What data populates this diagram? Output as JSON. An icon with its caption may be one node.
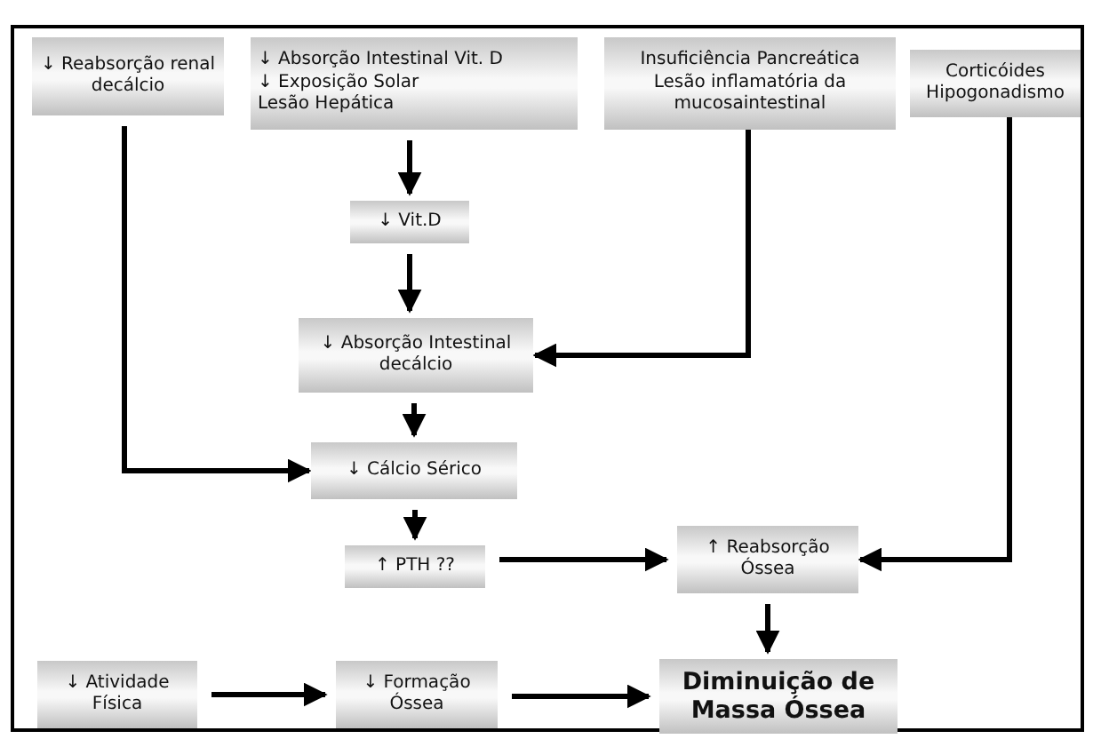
{
  "diagram": {
    "nodes": [
      {
        "text": [
          "↓ Reabsorção renal decálcio"
        ]
      },
      {
        "text": [
          "↓ Absorção Intestinal Vit. D",
          "↓ Exposição Solar",
          "Lesão Hepática"
        ]
      },
      {
        "text": [
          "Insuficiência Pancreática",
          "Lesão inflamatória da mucosaintestinal"
        ]
      },
      {
        "text": [
          "Corticóides",
          "Hipogonadismo"
        ]
      },
      {
        "text": [
          "↓ Vit.D"
        ]
      },
      {
        "text": [
          "↓ Absorção Intestinal decálcio"
        ]
      },
      {
        "text": [
          "↓ Cálcio Sérico"
        ]
      },
      {
        "text": [
          "↑ PTH ??"
        ]
      },
      {
        "text": [
          "↑ Reabsorção Óssea"
        ]
      },
      {
        "text": [
          "↓ Atividade Física"
        ]
      },
      {
        "text": [
          "↓ Formação Óssea"
        ]
      },
      {
        "text": [
          "Diminuição de Massa Óssea"
        ]
      }
    ],
    "edges": [
      {
        "from": 0,
        "to": 6,
        "arrow": "to"
      },
      {
        "from": 1,
        "to": 4,
        "arrow": "to"
      },
      {
        "from": 4,
        "to": 5,
        "arrow": "to"
      },
      {
        "from": 2,
        "to": 5,
        "arrow": "to"
      },
      {
        "from": 5,
        "to": 6,
        "arrow": "to"
      },
      {
        "from": 6,
        "to": 7,
        "arrow": "to"
      },
      {
        "from": 7,
        "to": 8,
        "arrow": "to"
      },
      {
        "from": 3,
        "to": 8,
        "arrow": "to"
      },
      {
        "from": 8,
        "to": 11,
        "arrow": "to"
      },
      {
        "from": 9,
        "to": 10,
        "arrow": "to"
      },
      {
        "from": 10,
        "to": 11,
        "arrow": "to"
      }
    ]
  }
}
